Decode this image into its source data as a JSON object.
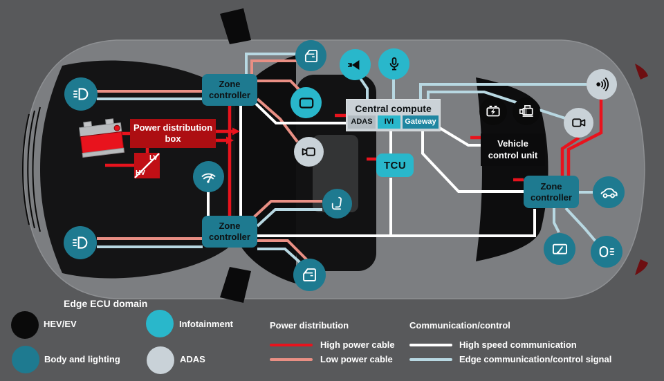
{
  "background_color": "#58595b",
  "nodes": {
    "zone_controller": "Zone controller",
    "power_distribution_box": "Power distribution box",
    "lv": "LV",
    "hv": "HV",
    "central_compute": "Central compute",
    "central_modules": [
      "ADAS",
      "IVI",
      "Gateway"
    ],
    "tcu": "TCU",
    "vehicle_control_unit": "Vehicle control unit"
  },
  "icons": [
    "headlight",
    "door",
    "speaker",
    "microphone",
    "display",
    "camera",
    "wiper",
    "seat",
    "radar-sensor",
    "car",
    "rear-wiper",
    "taillight",
    "battery",
    "ev-battery",
    "e-motor"
  ],
  "legend": {
    "domain_title": "Edge ECU domain",
    "domains": [
      {
        "label": "HEV/EV",
        "color": "#0a0a0a"
      },
      {
        "label": "Infotainment",
        "color": "#29b7cb"
      },
      {
        "label": "Body and lighting",
        "color": "#1e7a90"
      },
      {
        "label": "ADAS",
        "color": "#c9d2d8"
      }
    ],
    "power_title": "Power distribution",
    "power_items": [
      {
        "label": "High power cable",
        "color": "#e8131d"
      },
      {
        "label": "Low power cable",
        "color": "#e98f84"
      }
    ],
    "comm_title": "Communication/control",
    "comm_items": [
      {
        "label": "High speed communication",
        "color": "#ffffff"
      },
      {
        "label": "Edge communication/control signal",
        "color": "#b8d8e2"
      }
    ]
  }
}
